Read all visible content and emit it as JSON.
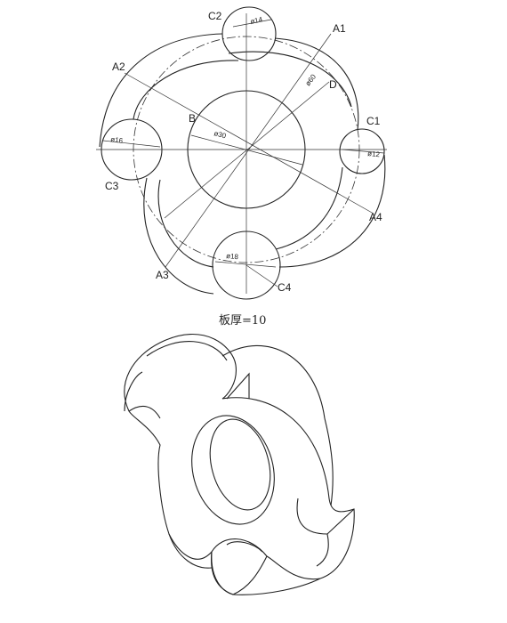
{
  "labels": {
    "A1": "A1",
    "A2": "A2",
    "A3": "A3",
    "A4": "A4",
    "B": "B",
    "C1": "C1",
    "C2": "C2",
    "C3": "C3",
    "C4": "C4",
    "D": "D"
  },
  "dimensions": {
    "d14": "ø14",
    "d60": "ø60",
    "d30": "ø30",
    "d16": "ø16",
    "d12": "ø12",
    "d18": "ø18"
  },
  "caption": "板厚=10"
}
